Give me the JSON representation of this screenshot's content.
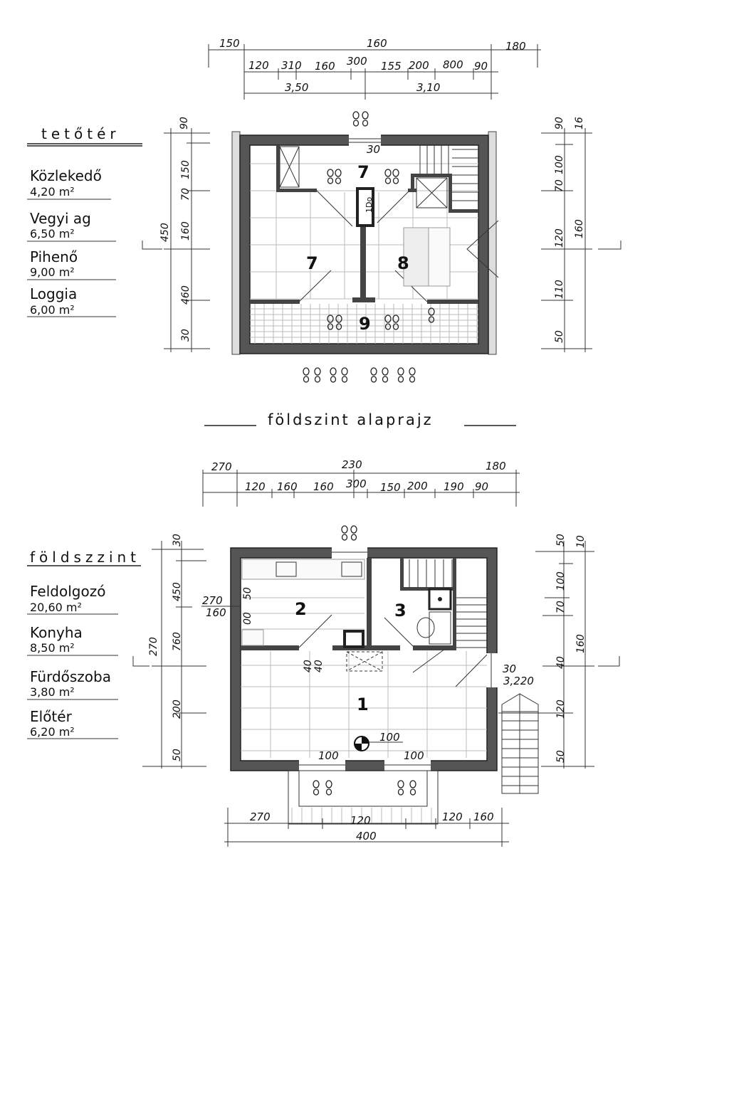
{
  "upper_plan": {
    "title": "tetőtér",
    "rooms_legend": [
      {
        "name": "Közlekedő",
        "area": "4,20 m²"
      },
      {
        "name": "Vegyi ag",
        "area": "6,50 m²"
      },
      {
        "name": "Pihenő",
        "area": "9,00 m²"
      },
      {
        "name": "Loggia",
        "area": "6,00 m²"
      }
    ],
    "room_numbers": [
      "7",
      "7",
      "8",
      "9"
    ],
    "top_dims_row1": [
      "150",
      "160",
      "180"
    ],
    "top_dims_row2": [
      "120",
      "310",
      "160",
      "300",
      "155",
      "200",
      "800",
      "90"
    ],
    "top_dims_row3": [
      "3,50",
      "3,10"
    ],
    "left_dims": [
      "90",
      "150",
      "70",
      "160",
      "450",
      "460",
      "30"
    ],
    "right_dims": [
      "90",
      "16",
      "100",
      "70",
      "120",
      "160",
      "110",
      "50"
    ],
    "door_note": "30",
    "fixture_label": "1Do"
  },
  "section_title": "földszint alaprajz",
  "ground_plan": {
    "title": "földszzint",
    "rooms_legend": [
      {
        "name": "Feldolgozó",
        "area": "20,60 m²"
      },
      {
        "name": "Konyha",
        "area": "8,50 m²"
      },
      {
        "name": "Fürdőszoba",
        "area": "3,80 m²"
      },
      {
        "name": "Előtér",
        "area": "6,20 m²"
      }
    ],
    "room_numbers": [
      "1",
      "2",
      "3"
    ],
    "top_dims_row1": [
      "270",
      "230",
      "180"
    ],
    "top_dims_row2": [
      "120",
      "160",
      "160",
      "300",
      "150",
      "200",
      "190",
      "90"
    ],
    "left_dims": [
      "30",
      "450",
      "270",
      "760",
      "200",
      "50"
    ],
    "right_dims": [
      "50",
      "10",
      "100",
      "70",
      "160",
      "40",
      "120",
      "50"
    ],
    "window_note": [
      "270",
      "160"
    ],
    "wall_notes": [
      "50",
      "00",
      "40",
      "40"
    ],
    "door_notes": [
      "100",
      "100",
      "100"
    ],
    "level_note": [
      "30",
      "3,220"
    ],
    "bottom_dims": [
      "270",
      "120",
      "120",
      "160",
      "400"
    ]
  }
}
